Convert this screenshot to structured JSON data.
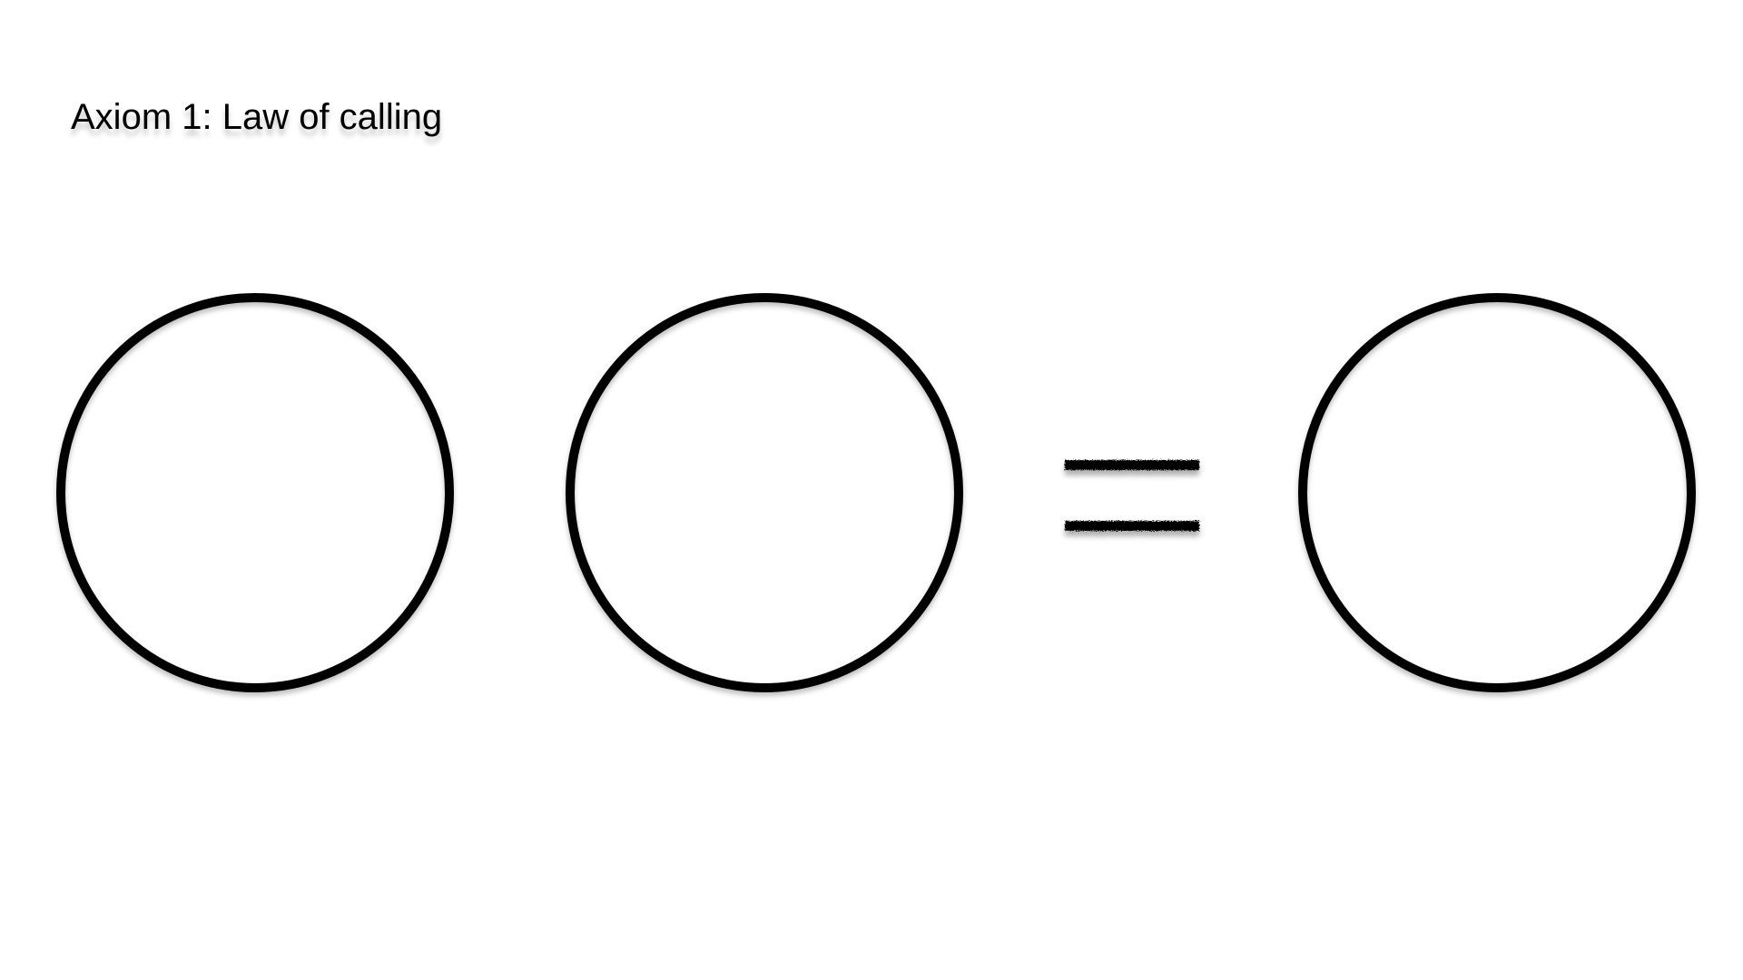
{
  "slide": {
    "title": "Axiom 1: Law of calling"
  },
  "diagram": {
    "expression": {
      "left_operands": [
        "empty-cross",
        "empty-cross"
      ],
      "relation": "equals",
      "right_operands": [
        "empty-cross"
      ]
    },
    "colors": {
      "stroke": "#000000",
      "background": "#ffffff"
    }
  }
}
